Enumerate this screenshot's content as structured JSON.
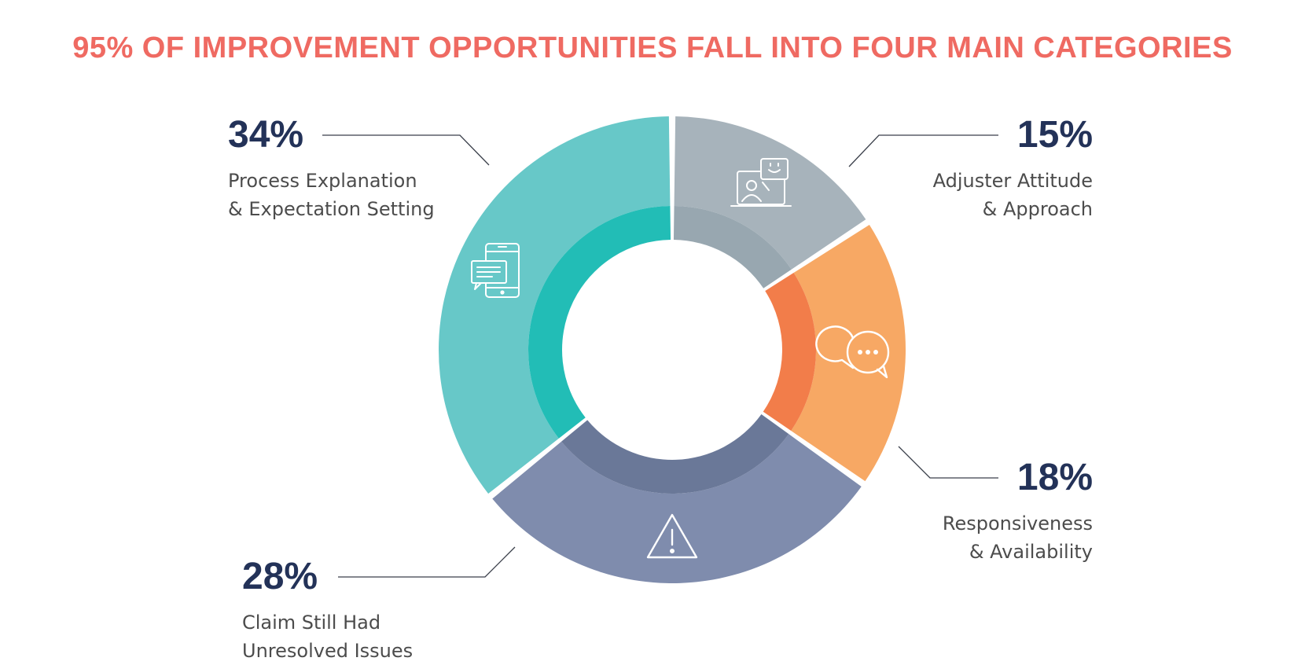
{
  "title": "95% OF IMPROVEMENT OPPORTUNITIES FALL INTO FOUR MAIN CATEGORIES",
  "chart_data": {
    "type": "pie",
    "variant": "donut",
    "categories": [
      "Adjuster Attitude & Approach",
      "Responsiveness & Availability",
      "Claim Still Had Unresolved Issues",
      "Process Explanation & Expectation Setting"
    ],
    "values": [
      15,
      18,
      28,
      34
    ],
    "unit": "%",
    "colors": {
      "outer": [
        "#a7b3bb",
        "#f7a864",
        "#7f8cad",
        "#67c8c8"
      ],
      "inner": [
        "#98a7b0",
        "#f27d4a",
        "#6a7898",
        "#22bdb6"
      ]
    },
    "icons": [
      "video-chat-icon",
      "chat-bubbles-icon",
      "warning-icon",
      "mobile-message-icon"
    ]
  },
  "callouts": {
    "adjuster": {
      "percent": "15%",
      "line1": "Adjuster Attitude",
      "line2": "& Approach"
    },
    "responsiveness": {
      "percent": "18%",
      "line1": "Responsiveness",
      "line2": "& Availability"
    },
    "claim": {
      "percent": "28%",
      "line1": "Claim Still Had",
      "line2": "Unresolved Issues"
    },
    "process": {
      "percent": "34%",
      "line1": "Process Explanation",
      "line2": "& Expectation Setting"
    }
  }
}
